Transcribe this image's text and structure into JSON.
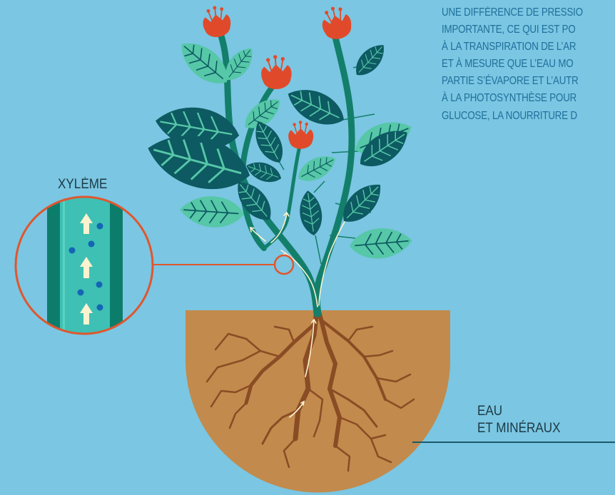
{
  "caption": {
    "lines": [
      "UNE DIFFÉRENCE DE PRESSIO",
      "IMPORTANTE, CE QUI EST PO",
      "À LA TRANSPIRATION DE L’AR",
      "ET À MESURE QUE L’EAU MO",
      "PARTIE S’ÉVAPORE ET L’AUTR",
      "À LA PHOTOSYNTHÈSE POUR",
      "GLUCOSE, LA NOURRITURE D"
    ]
  },
  "labels": {
    "xylem": "XYLÈME",
    "water_line1": "EAU",
    "water_line2": "ET MINÉRAUX"
  },
  "colors": {
    "background": "#7bc6e2",
    "caption_text": "#1f6f9c",
    "label_text": "#1b3a45",
    "stem": "#137f6b",
    "leaf_dark": "#0d5a62",
    "leaf_light": "#56c7a7",
    "flower": "#e04a2a",
    "soil": "#c28a4c",
    "root": "#8a4c24",
    "callout": "#e0562e",
    "xylem_tube": "#3ec0b4",
    "xylem_wall": "#0d7d6b",
    "water_dot": "#1565b5",
    "arrow": "#fbf3cf"
  },
  "icons": {
    "flow_arrow": "up-arrow-icon",
    "water_molecule": "water-dot-icon"
  }
}
